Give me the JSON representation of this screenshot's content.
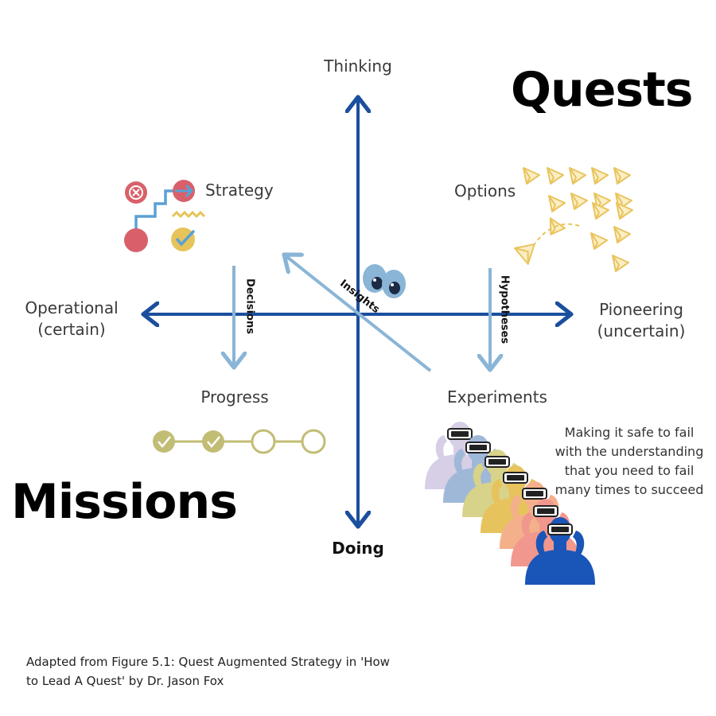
{
  "axes": {
    "top": "Thinking",
    "bottom": "Doing",
    "left_line1": "Operational",
    "left_line2": "(certain)",
    "right_line1": "Pioneering",
    "right_line2": "(uncertain)"
  },
  "quadrants": {
    "quests": "Quests",
    "missions": "Missions",
    "strategy": "Strategy",
    "options": "Options",
    "progress": "Progress",
    "experiments": "Experiments"
  },
  "arrow_labels": {
    "decisions": "Decisions",
    "hypotheses": "Hypotheses",
    "insights": "Insights"
  },
  "note": {
    "line1": "Making it safe to fail",
    "line2": "with the understanding",
    "line3": "that you need to fail",
    "line4": "many times to succeed"
  },
  "caption": {
    "line1": "Adapted from Figure 5.1: Quest Augmented Strategy in 'How",
    "line2": "to Lead A Quest' by Dr. Jason Fox"
  },
  "progress_steps": {
    "completed": 2,
    "total": 4
  },
  "colors": {
    "axis": "#1b4f9e",
    "light_arrow": "#8ab5d6",
    "red": "#d9606a",
    "yellow": "#e6c45a",
    "olive": "#c2bd75",
    "paper_plane": "#e9c45e"
  },
  "icons": [
    "x-circle-icon",
    "arrow-circle-icon",
    "check-circle-icon",
    "paper-plane-icon",
    "eyes-icon",
    "vr-headset-person-icon"
  ]
}
